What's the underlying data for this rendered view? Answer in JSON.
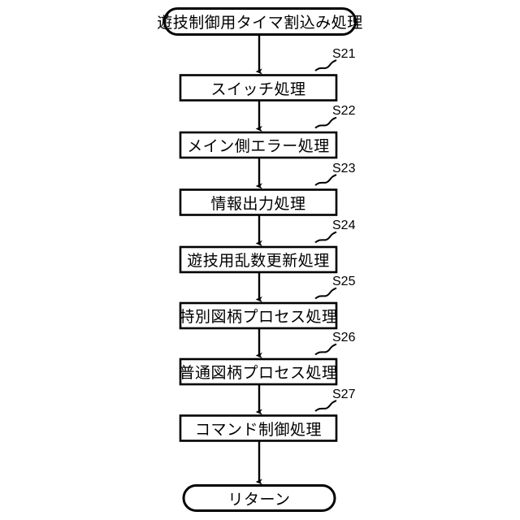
{
  "diagram": {
    "title": "遊技制御用タイマ割込み処理",
    "type": "flowchart",
    "orientation": "vertical",
    "colors": {
      "background": "#ffffff",
      "stroke": "#000000",
      "fill": "#ffffff"
    },
    "start": {
      "shape": "terminator",
      "label": "遊技制御用タイマ割込み処理"
    },
    "steps": [
      {
        "ref": "S21",
        "label": "スイッチ処理"
      },
      {
        "ref": "S22",
        "label": "メイン側エラー処理"
      },
      {
        "ref": "S23",
        "label": "情報出力処理"
      },
      {
        "ref": "S24",
        "label": "遊技用乱数更新処理"
      },
      {
        "ref": "S25",
        "label": "特別図柄プロセス処理"
      },
      {
        "ref": "S26",
        "label": "普通図柄プロセス処理"
      },
      {
        "ref": "S27",
        "label": "コマンド制御処理"
      }
    ],
    "end": {
      "shape": "terminator",
      "label": "リターン"
    }
  }
}
